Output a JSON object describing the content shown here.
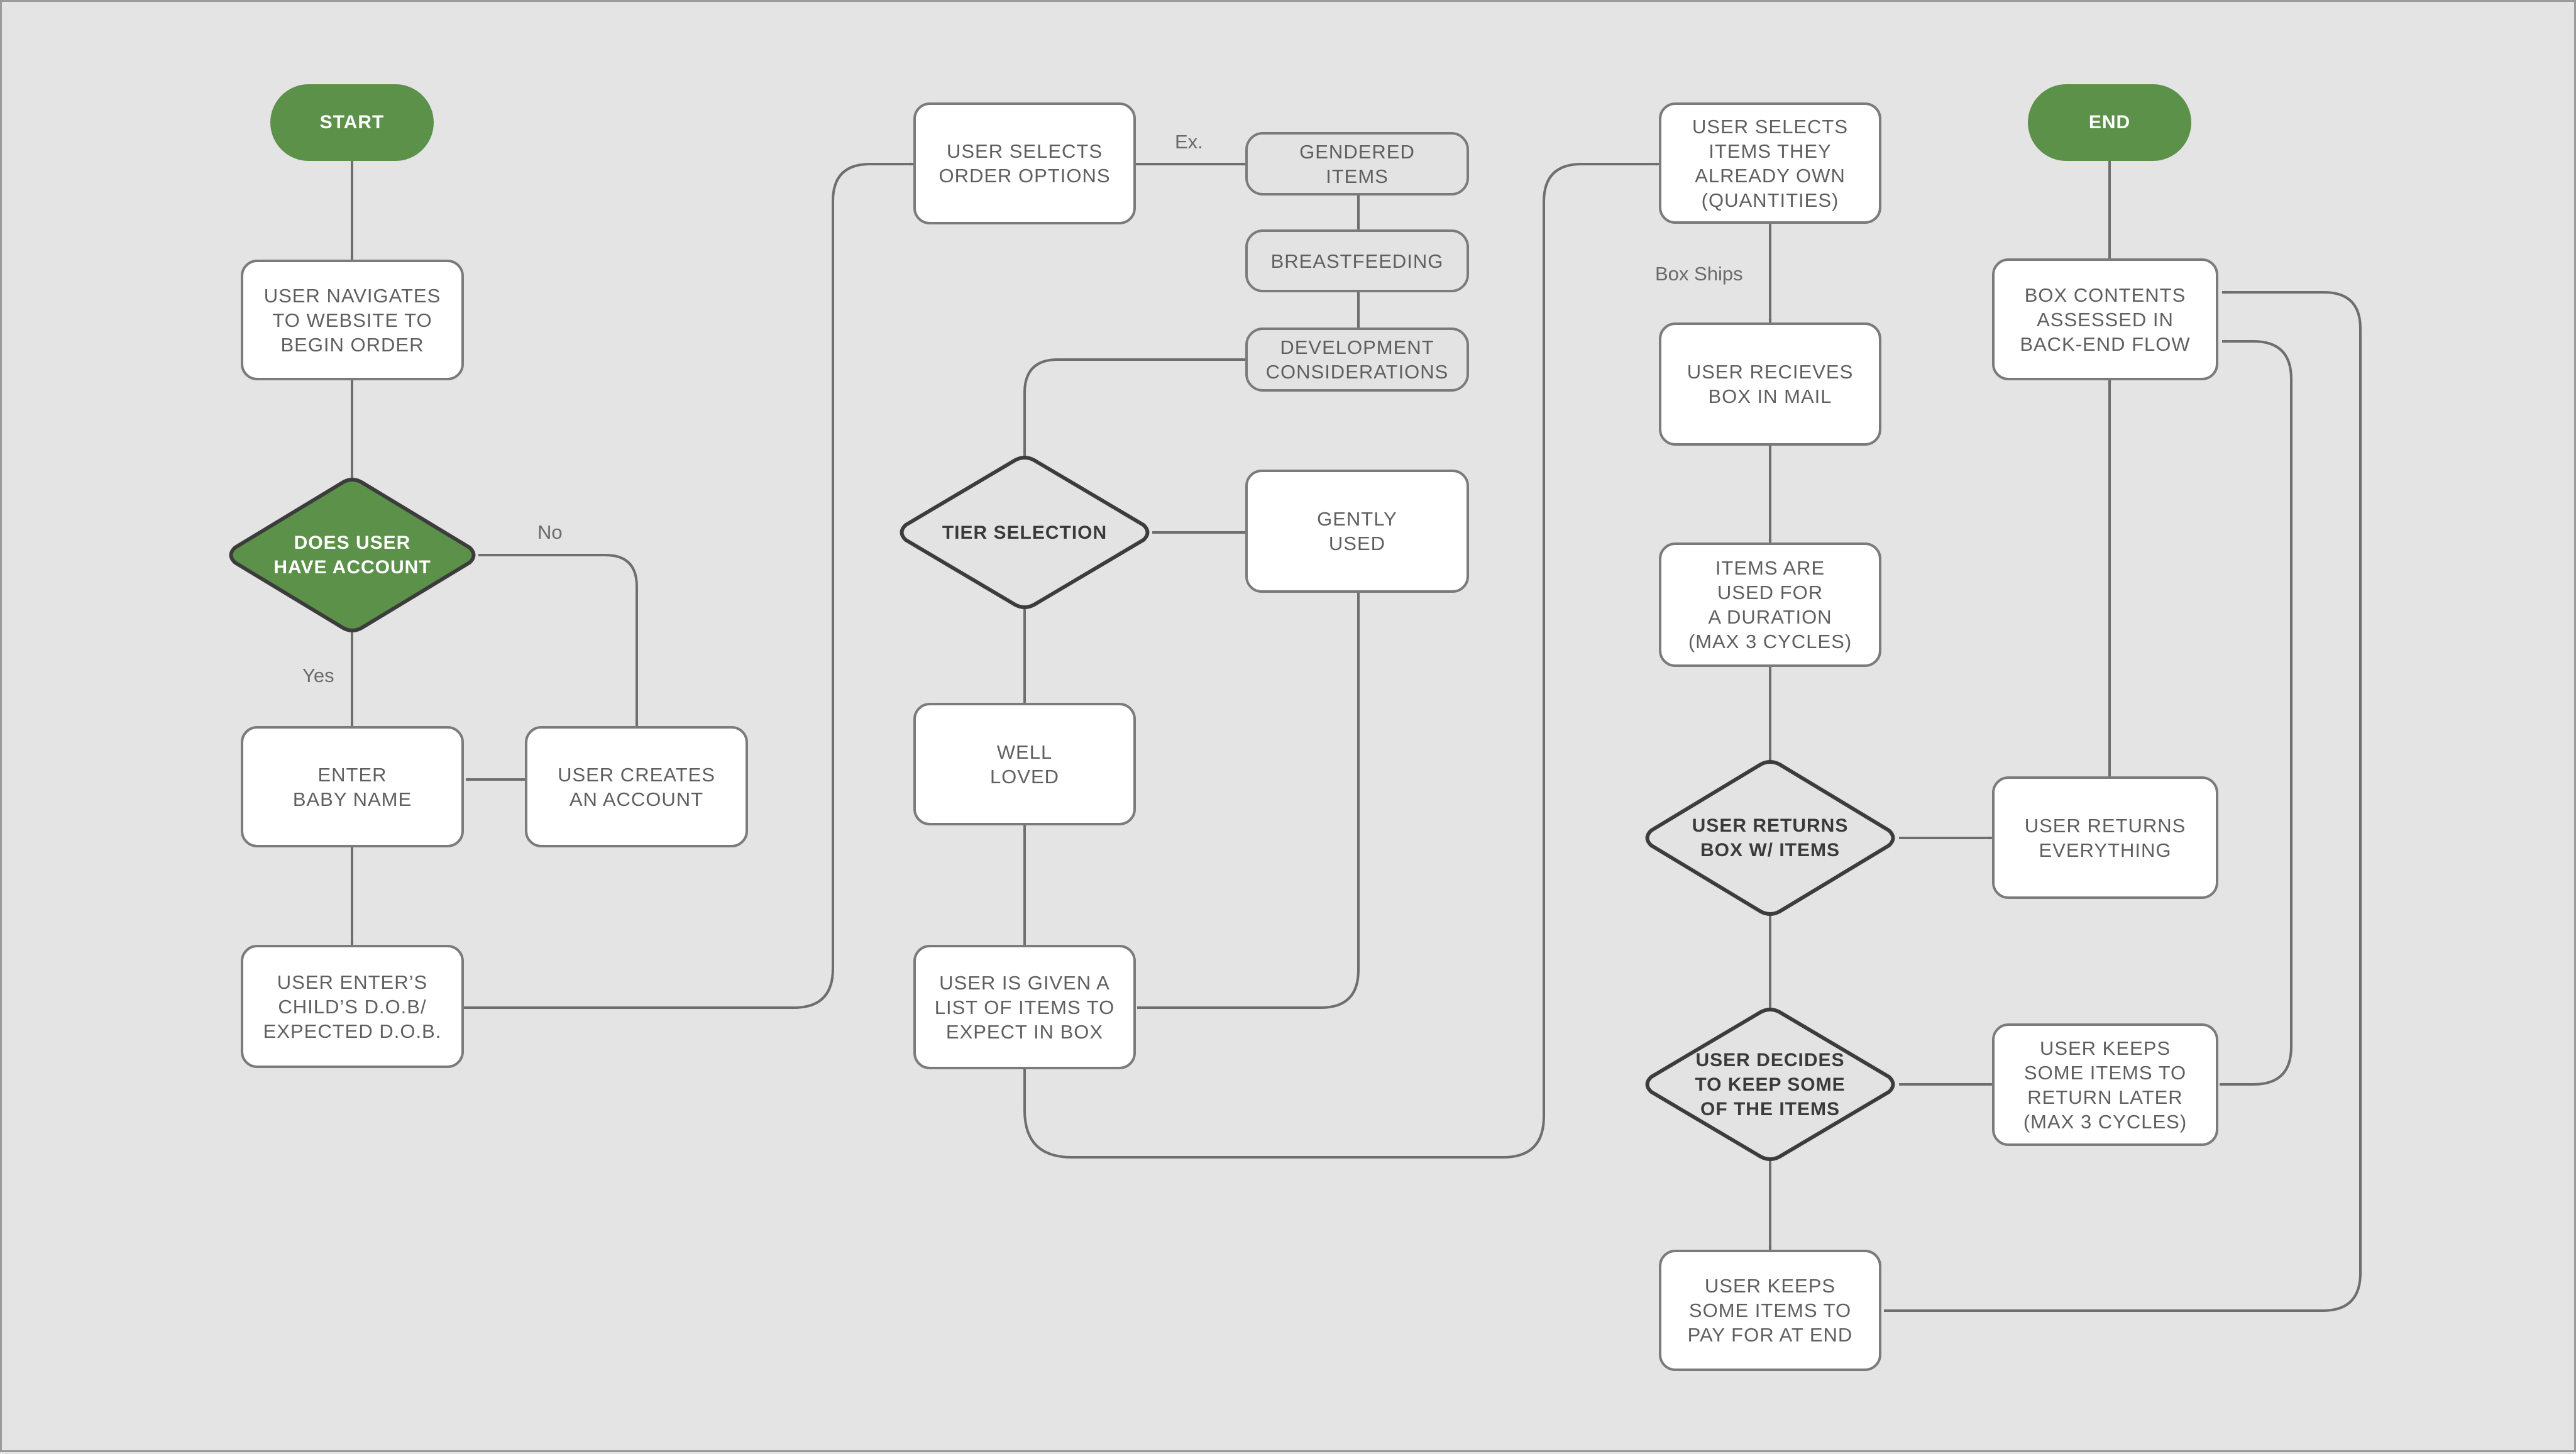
{
  "colors": {
    "background": "#e4e4e4",
    "terminal_fill": "#5b9148",
    "node_fill": "#ffffff",
    "node_stroke": "#7b7b7b",
    "connector": "#6e6e6e",
    "diamond_stroke": "#3c3c3c"
  },
  "nodes": {
    "start": "START",
    "end": "END",
    "navigate": "USER NAVIGATES\nTO WEBSITE TO\nBEGIN ORDER",
    "has_account": "DOES USER\nHAVE ACCOUNT",
    "enter_baby_name": "ENTER\nBABY NAME",
    "create_account": "USER CREATES\nAN ACCOUNT",
    "enter_dob": "USER ENTER’S\nCHILD’S D.O.B/\nEXPECTED D.O.B.",
    "order_options": "USER SELECTS\nORDER OPTIONS",
    "gendered_items": "GENDERED\nITEMS",
    "breastfeeding": "BREASTFEEDING",
    "development": "DEVELOPMENT\nCONSIDERATIONS",
    "tier_selection": "TIER SELECTION",
    "gently_used": "GENTLY\nUSED",
    "well_loved": "WELL\nLOVED",
    "list_of_items": "USER IS GIVEN A\nLIST OF ITEMS TO\nEXPECT IN BOX",
    "items_already_own": "USER SELECTS\nITEMS THEY\nALREADY OWN\n(QUANTITIES)",
    "receives_box": "USER RECIEVES\nBOX IN MAIL",
    "items_used": "ITEMS ARE\nUSED FOR\nA DURATION\n(MAX 3 CYCLES)",
    "returns_box": "USER RETURNS\nBOX W/ ITEMS",
    "returns_everything": "USER RETURNS\nEVERYTHING",
    "decides_keep": "USER DECIDES\nTO KEEP SOME\nOF THE ITEMS",
    "keep_return_later": "USER KEEPS\nSOME ITEMS TO\nRETURN LATER\n(MAX 3 CYCLES)",
    "keep_pay_end": "USER KEEPS\nSOME ITEMS TO\nPAY FOR AT END",
    "box_contents": "BOX CONTENTS\nASSESSED IN\nBACK-END FLOW"
  },
  "edge_labels": {
    "no": "No",
    "yes": "Yes",
    "ex": "Ex.",
    "box_ships": "Box Ships"
  }
}
